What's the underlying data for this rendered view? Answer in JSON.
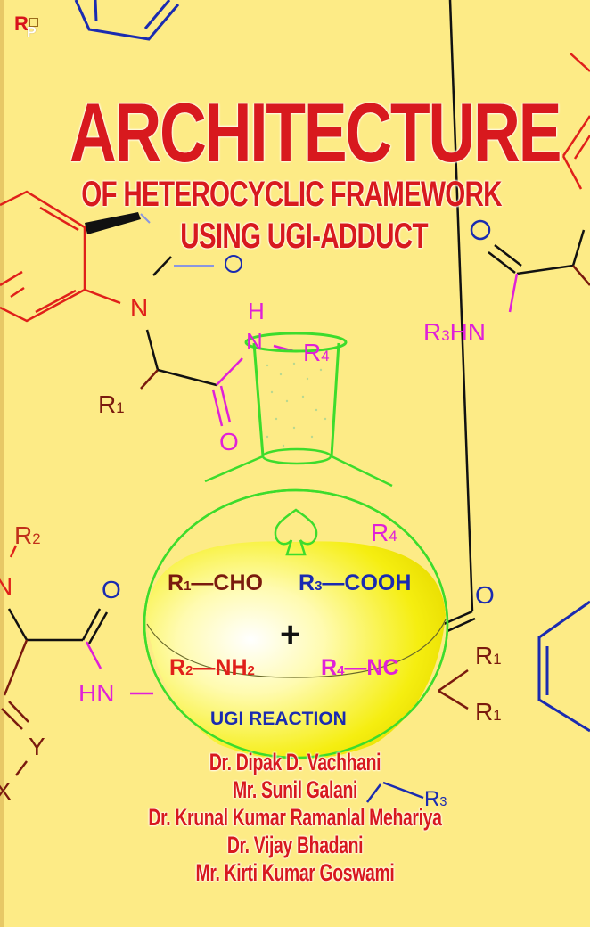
{
  "cover": {
    "publisher_logo": {
      "letters": [
        "R",
        "P"
      ]
    },
    "title": {
      "line1": "ARCHITECTURE",
      "line2": "OF HETEROCYCLIC FRAMEWORK",
      "line3": "USING UGI-ADDUCT"
    },
    "reaction": {
      "reactant1": {
        "r": "R",
        "r_sup": "1",
        "group": "—CHO"
      },
      "reactant2": {
        "r": "R",
        "r_sup": "3",
        "group": "—COOH"
      },
      "plus": "+",
      "reactant3": {
        "r": "R",
        "r_sup": "2",
        "group": "—NH",
        "group_sub": "2"
      },
      "reactant4": {
        "r": "R",
        "r_sup": "4",
        "group": "—NC"
      },
      "label": "UGI REACTION"
    },
    "structure_labels": {
      "n_left": "N",
      "r1_left": "R",
      "r1_left_sup": "1",
      "o_carbonyl_left": "O",
      "h_amide": "H",
      "n_amide": "N",
      "r4_amide": "R",
      "r4_amide_sup": "4",
      "r3hn_right_r": "R",
      "r3hn_right_sup": "3",
      "r3hn_right_hn": "HN",
      "o_top_right": "O",
      "r2_lower_left": "R",
      "r2_lower_left_sup": "2",
      "n_lower_left": "N",
      "o_lower_left": "O",
      "hn_lower_left": "HN",
      "y_lower_left": "Y",
      "x_lower_left": "X",
      "r4_flask": "R",
      "r4_flask_sup": "4",
      "o_lower_right": "O",
      "r1_lower_right_a": "R",
      "r1_lower_right_a_sup": "1",
      "r1_lower_right_b": "R",
      "r1_lower_right_b_sup": "1",
      "r3_bottom": "R",
      "r3_bottom_sup": "3"
    },
    "authors": [
      "Dr. Dipak D. Vachhani",
      "Mr. Sunil Galani",
      "Dr. Krunal Kumar Ramanlal Mehariya",
      "Dr. Vijay Bhadani",
      "Mr. Kirti Kumar Goswami"
    ],
    "colors": {
      "background": "#fdeb86",
      "title_red": "#d8191e",
      "flask_green": "#3ddc2c",
      "blue": "#1a2bb0",
      "magenta": "#e020d8",
      "brown": "#7a1a0e",
      "red_bond": "#e0201a"
    }
  }
}
